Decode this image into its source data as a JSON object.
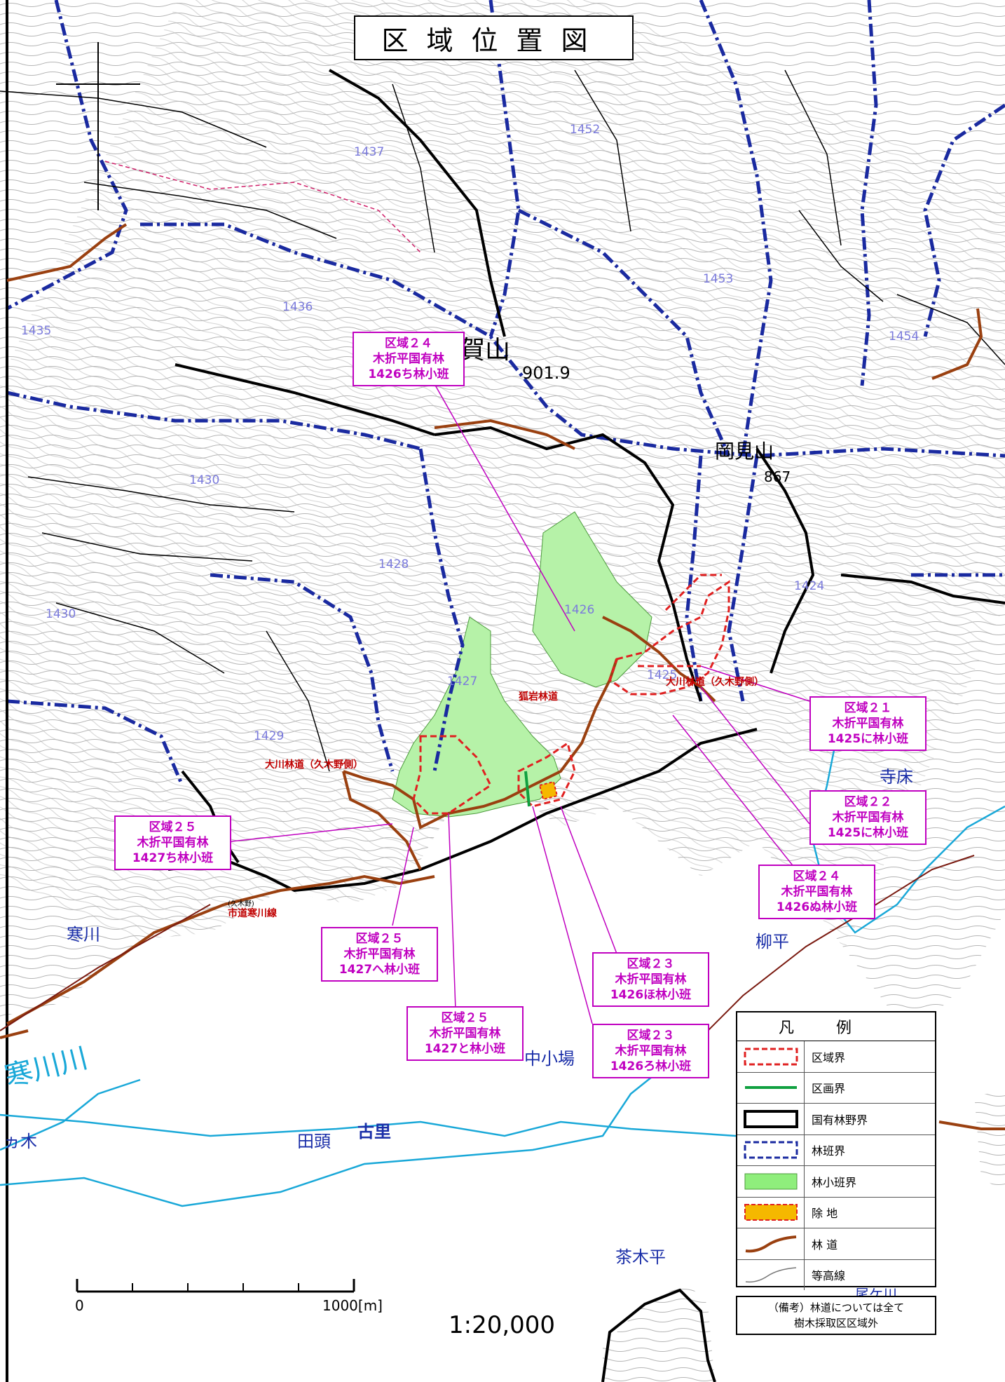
{
  "title": "区域位置図",
  "callouts": [
    {
      "l1": "区域２４",
      "l2": "木折平国有林",
      "l3": "1426ち林小班"
    },
    {
      "l1": "区域２１",
      "l2": "木折平国有林",
      "l3": "1425に林小班"
    },
    {
      "l1": "区域２２",
      "l2": "木折平国有林",
      "l3": "1425に林小班"
    },
    {
      "l1": "区域２４",
      "l2": "木折平国有林",
      "l3": "1426ぬ林小班"
    },
    {
      "l1": "区域２５",
      "l2": "木折平国有林",
      "l3": "1427ち林小班"
    },
    {
      "l1": "区域２５",
      "l2": "木折平国有林",
      "l3": "1427へ林小班"
    },
    {
      "l1": "区域２３",
      "l2": "木折平国有林",
      "l3": "1426ほ林小班"
    },
    {
      "l1": "区域２５",
      "l2": "木折平国有林",
      "l3": "1427と林小班"
    },
    {
      "l1": "区域２３",
      "l2": "木折平国有林",
      "l3": "1426ろ林小班"
    }
  ],
  "places": {
    "terayuka": "寺床",
    "yanagidaira": "柳平",
    "samukawa": "寒川",
    "samukawa_river": "寒川川",
    "nakakoba": "中小場",
    "tagashira": "田頭",
    "furusato": "古里",
    "chakidaira": "茶木平",
    "mine_gawa": "尾ケ川",
    "kagi": "ヵ木"
  },
  "compartments": [
    "1437",
    "1452",
    "1453",
    "1454",
    "1436",
    "1435",
    "1430",
    "1428",
    "1426",
    "1427",
    "1425",
    "1424",
    "1429",
    "1430"
  ],
  "peak": {
    "name": "多賀山",
    "elev": "901.9",
    "name2": "岡見山",
    "elev2": "867"
  },
  "roads": {
    "okawa_a": "大川林道（久木野側）",
    "okawa_b": "大川林道（久木野側）",
    "kitsuneiwa": "狐岩林道",
    "shido": "市道寒川線",
    "small_sign": "(久木野)"
  },
  "legend": {
    "header": "凡例",
    "items": [
      {
        "symbol": "red-dashed-box",
        "label": "区域界"
      },
      {
        "symbol": "green-line",
        "label": "区画界"
      },
      {
        "symbol": "black-thick-box",
        "label": "国有林野界"
      },
      {
        "symbol": "blue-dashed-box",
        "label": "林班界"
      },
      {
        "symbol": "green-fill",
        "label": "林小班界"
      },
      {
        "symbol": "orange-fill",
        "label": "除 地"
      },
      {
        "symbol": "brown-curve",
        "label": "林 道"
      },
      {
        "symbol": "grey-curve",
        "label": "等高線"
      }
    ],
    "note_l1": "（備考）林道については全て",
    "note_l2": "樹木採取区区域外"
  },
  "scale": {
    "zero": "0",
    "end": "1000[m]",
    "ratio": "1:20,000"
  },
  "colors": {
    "boundary_red": "#e02020",
    "green_fill": "#b6f2a8",
    "forest_line": "#000000",
    "compartment_blue": "#1a2aa0",
    "road_brown": "#9a4010",
    "river": "#19a8d8",
    "callout": "#c000c0"
  }
}
